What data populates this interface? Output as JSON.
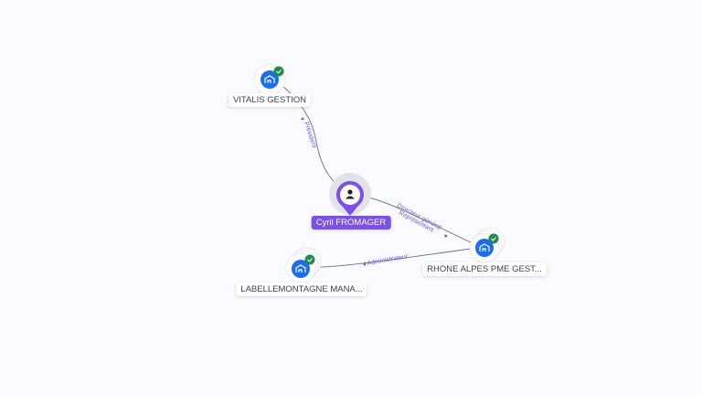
{
  "nodes": [
    {
      "id": "vitalis",
      "label": "VITALIS GESTION",
      "type": "company",
      "verified": true
    },
    {
      "id": "cyril",
      "label": "Cyril FROMAGER",
      "type": "person"
    },
    {
      "id": "rhone",
      "label": "RHONE ALPES PME GEST...",
      "type": "company",
      "verified": true
    },
    {
      "id": "labelle",
      "label": "LABELLEMONTAGNE MANA...",
      "type": "company",
      "verified": true
    }
  ],
  "edges": [
    {
      "from": "cyril",
      "to": "vitalis",
      "label": "Président"
    },
    {
      "from": "cyril",
      "to": "rhone",
      "label": "Directeur général"
    },
    {
      "from": "cyril",
      "to": "rhone",
      "label2": "Représentant"
    },
    {
      "from": "rhone",
      "to": "labelle",
      "label": "Administrateur"
    }
  ],
  "colors": {
    "company": "#1a6cf0",
    "verified": "#1f8a4c",
    "person": "#7b4fe8",
    "edge_label": "#6b5bd6"
  }
}
